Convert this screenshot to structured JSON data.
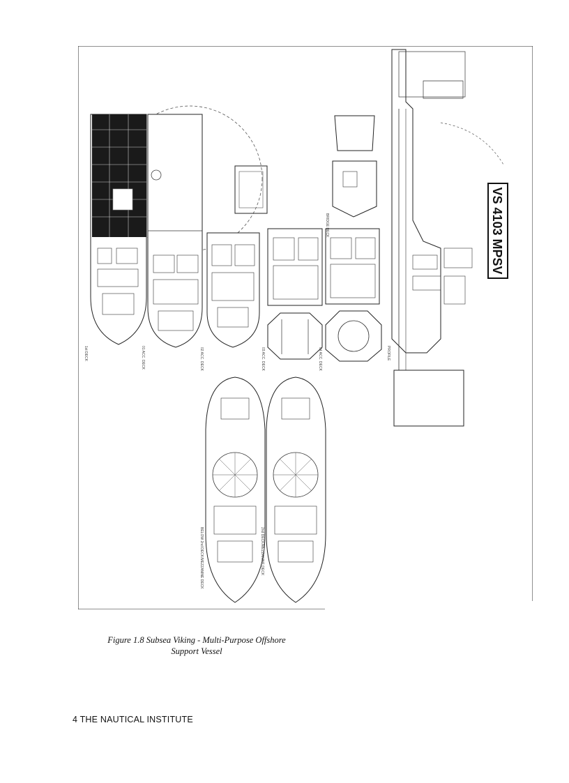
{
  "figure": {
    "title_block": "VS 4103 MPSV",
    "deck_labels": [
      "1st DECK",
      "01 ACC. DECK",
      "02 ACC. DECK",
      "03 ACC. DECK",
      "04 ACC. DECK",
      "BRIDGE DECK",
      "PROFILE",
      "BELOW 2nd DECK/MEZZANINE DECK",
      "2nd DECK/MEZZANINE DECK"
    ]
  },
  "caption": {
    "line1": "Figure 1.8 Subsea Viking - Multi-Purpose Offshore",
    "line2": "Support Vessel"
  },
  "footer": {
    "page_label": "4 THE NAUTICAL INSTITUTE"
  }
}
